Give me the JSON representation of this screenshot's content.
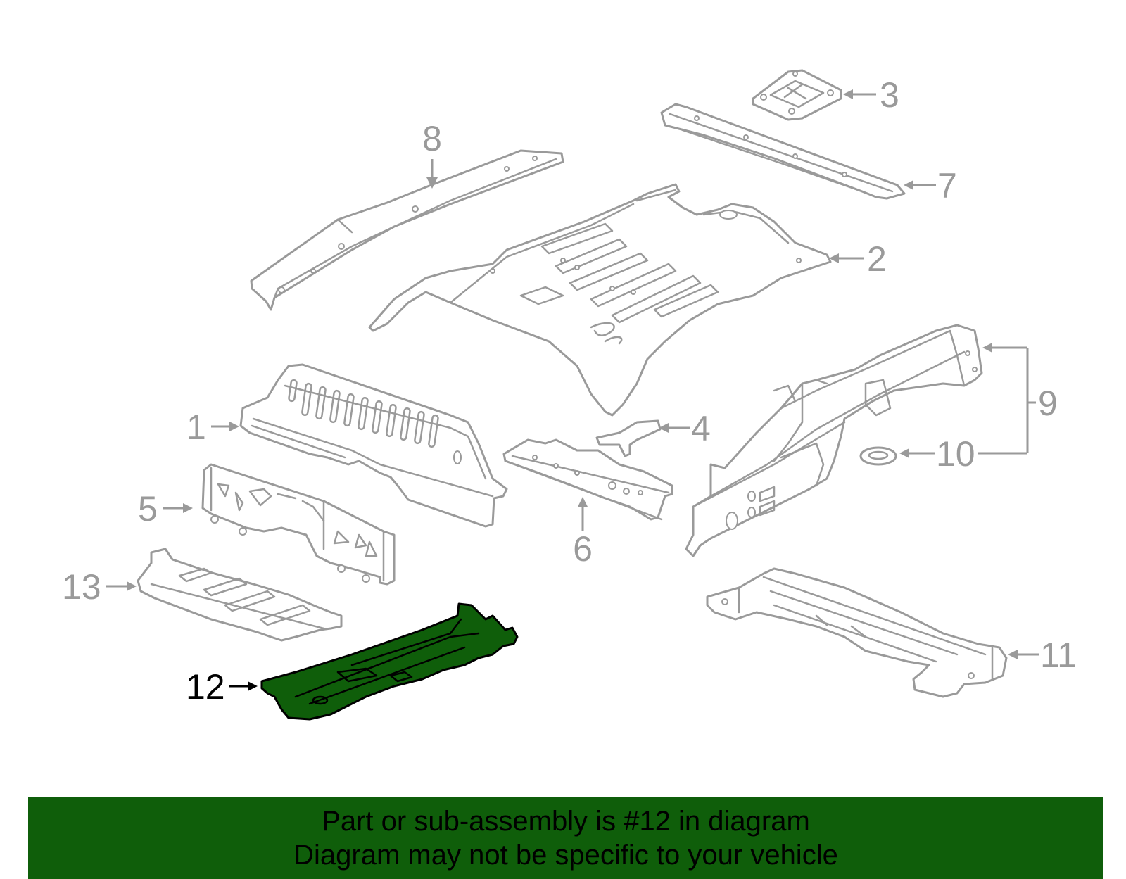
{
  "diagram": {
    "callouts": [
      {
        "id": "1",
        "label": "1"
      },
      {
        "id": "2",
        "label": "2"
      },
      {
        "id": "3",
        "label": "3"
      },
      {
        "id": "4",
        "label": "4"
      },
      {
        "id": "5",
        "label": "5"
      },
      {
        "id": "6",
        "label": "6"
      },
      {
        "id": "7",
        "label": "7"
      },
      {
        "id": "8",
        "label": "8"
      },
      {
        "id": "9",
        "label": "9"
      },
      {
        "id": "10",
        "label": "10"
      },
      {
        "id": "11",
        "label": "11"
      },
      {
        "id": "12",
        "label": "12"
      },
      {
        "id": "13",
        "label": "13"
      }
    ],
    "highlighted_part": "12",
    "colors": {
      "part_outline": "#9a9a9a",
      "highlight_fill": "#0f5e0a",
      "highlight_outline": "#000000",
      "banner_background": "#0f5e0a",
      "background": "#ffffff"
    }
  },
  "banner": {
    "line1": "Part or sub-assembly is #12 in diagram",
    "line2": "Diagram may not be specific to your vehicle"
  }
}
